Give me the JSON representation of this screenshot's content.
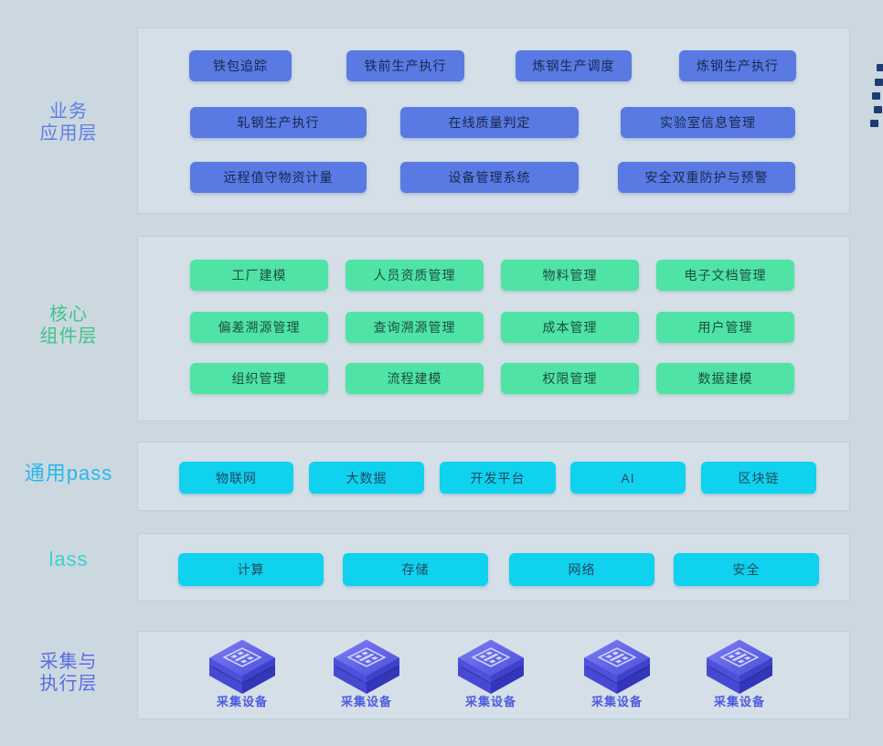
{
  "page": {
    "background": "#ccd8e0"
  },
  "layers": [
    {
      "id": "business-application",
      "label_lines": [
        "业务",
        "应用层"
      ],
      "accent": "#5d7de4",
      "button_color": "#587ae2",
      "rows": [
        [
          "铁包追踪",
          "铁前生产执行",
          "炼钢生产调度",
          "炼钢生产执行"
        ],
        [
          "轧钢生产执行",
          "在线质量判定",
          "实验室信息管理"
        ],
        [
          "远程值守物资计量",
          "设备管理系统",
          "安全双重防护与预警"
        ]
      ]
    },
    {
      "id": "core-components",
      "label_lines": [
        "核心",
        "组件层"
      ],
      "accent": "#3fc488",
      "button_color": "#4fe3a6",
      "rows": [
        [
          "工厂建模",
          "人员资质管理",
          "物料管理",
          "电子文档管理"
        ],
        [
          "偏差溯源管理",
          "查询溯源管理",
          "成本管理",
          "用户管理"
        ],
        [
          "组织管理",
          "流程建模",
          "权限管理",
          "数据建模"
        ]
      ]
    },
    {
      "id": "common-paas",
      "label_lines": [
        "通用pass"
      ],
      "accent": "#29b7ec",
      "button_color": "#10d1ee",
      "rows": [
        [
          "物联网",
          "大数据",
          "开发平台",
          "AI",
          "区块链"
        ]
      ]
    },
    {
      "id": "iaas",
      "label_lines": [
        "lass"
      ],
      "accent": "#3ad2cc",
      "button_color": "#10d1ee",
      "rows": [
        [
          "计算",
          "存储",
          "网络",
          "安全"
        ]
      ]
    },
    {
      "id": "collection-execution",
      "label_lines": [
        "采集与",
        "执行层"
      ],
      "accent": "#5a6be2",
      "devices": [
        {
          "label": "采集设备"
        },
        {
          "label": "采集设备"
        },
        {
          "label": "采集设备"
        },
        {
          "label": "采集设备"
        },
        {
          "label": "采集设备"
        }
      ]
    }
  ],
  "decoration": {
    "edge_dash_color": "#1d3d74",
    "edge_dash_count": 5
  }
}
